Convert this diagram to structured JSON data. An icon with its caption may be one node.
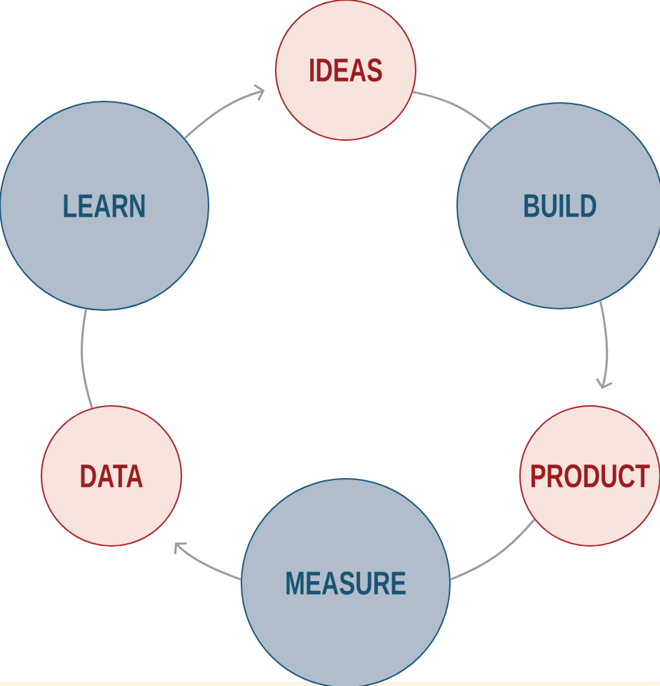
{
  "diagram": {
    "nodes": [
      {
        "text": [
          "IDEAS"
        ]
      },
      {
        "text": [
          "LEARN"
        ]
      },
      {
        "text": [
          "BUILD"
        ]
      },
      {
        "text": [
          "DATA"
        ]
      },
      {
        "text": [
          "PRODUCT"
        ]
      },
      {
        "text": [
          "MEASURE"
        ]
      }
    ],
    "edges": [
      {
        "from": 0,
        "to": 2,
        "arrow": "none"
      },
      {
        "from": 2,
        "to": 4,
        "arrow": "to"
      },
      {
        "from": 4,
        "to": 5,
        "arrow": "none"
      },
      {
        "from": 5,
        "to": 3,
        "arrow": "to"
      },
      {
        "from": 3,
        "to": 1,
        "arrow": "none"
      },
      {
        "from": 1,
        "to": 0,
        "arrow": "to"
      }
    ]
  }
}
